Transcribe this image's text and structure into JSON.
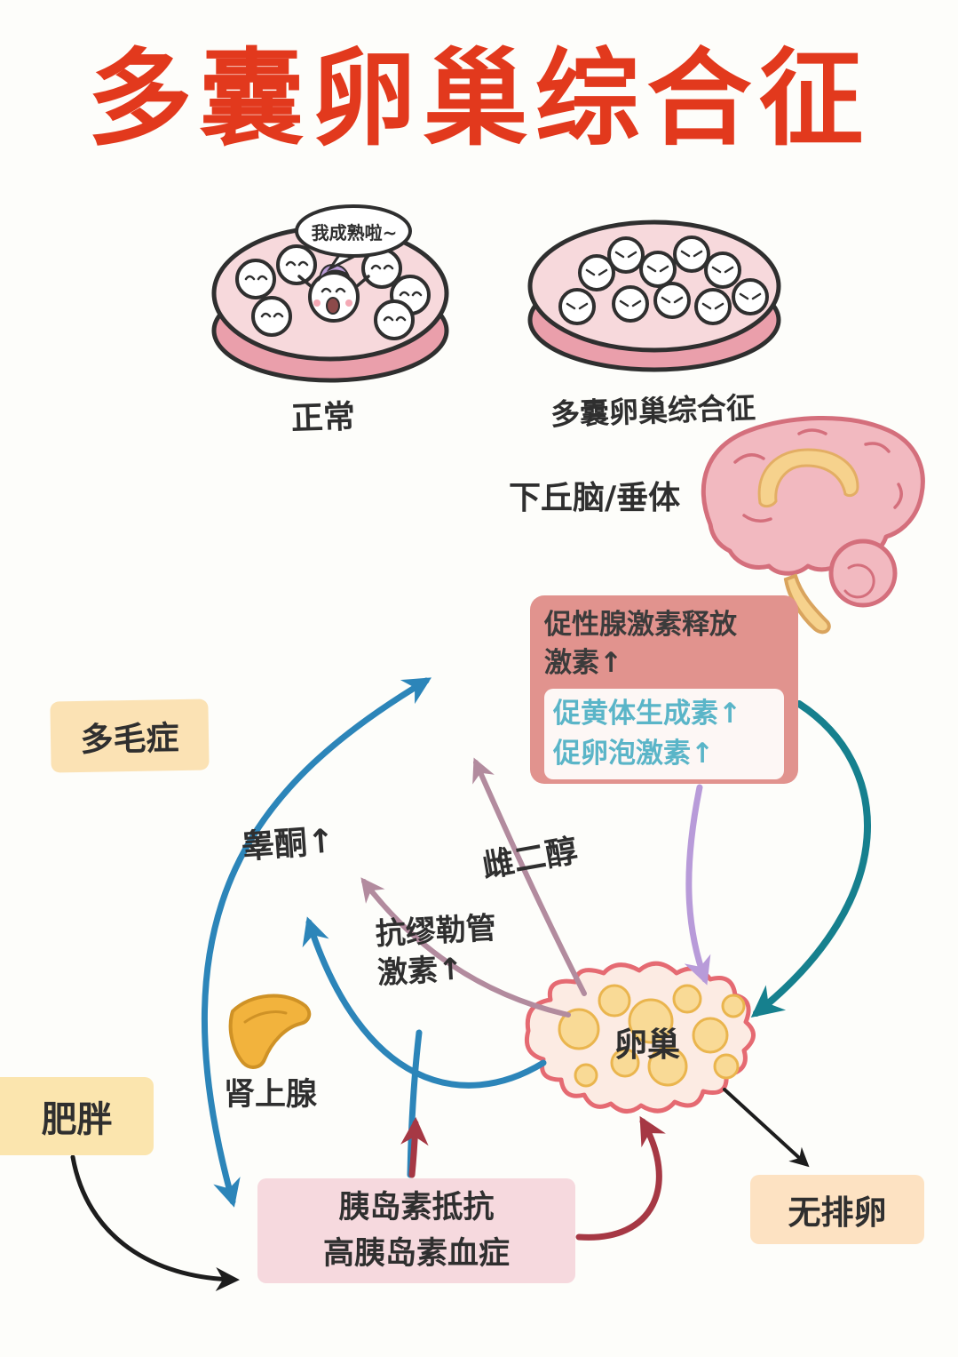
{
  "title": "多囊卵巢综合征",
  "ovaries": {
    "speech_bubble": "我成熟啦~",
    "normal_label": "正常",
    "pcos_label": "多囊卵巢综合征"
  },
  "brain": {
    "label": "下丘脑/垂体"
  },
  "hormone_box": {
    "line1": "促性腺激素释放",
    "line2": "激素↑",
    "lh": "促黄体生成素↑",
    "fsh": "促卵泡激素↑"
  },
  "labels": {
    "hirsutism": "多毛症",
    "testosterone": "睾酮↑",
    "estradiol": "雌二醇",
    "amh_line1": "抗缪勒管",
    "amh_line2": "激素↑",
    "adrenal": "肾上腺",
    "obesity": "肥胖",
    "insulin_line1": "胰岛素抵抗",
    "insulin_line2": "高胰岛素血症",
    "ovary": "卵巢",
    "anovulation": "无排卵"
  },
  "colors": {
    "titleRed": "#e2391d",
    "ink": "#2f2f2f",
    "tealText": "#5ab5c8",
    "hormoneBoxBg": "#e1938e",
    "hormoneBoxInner": "#fdf7f5",
    "orangeBox": "#fbe2b4",
    "yellowBox": "#fbe5ae",
    "peachBox": "#fde2c2",
    "pinkBox": "#f6d9de",
    "arrowBlue": "#2c85b9",
    "arrowTeal": "#16808e",
    "arrowPurple": "#b89bd9",
    "arrowMauve": "#b28b9e",
    "arrowRed": "#a63844",
    "arrowBlack": "#1d1d1d",
    "ovaryPink": "#f7d9dc",
    "ovaryRim": "#ea9fab",
    "brainPink": "#f2b9c0",
    "brainStroke": "#d46f7c",
    "brainYellow": "#f6d28d",
    "adrenalYellow": "#f2b33d",
    "adrenalStroke": "#cf9226",
    "follicleYellow": "#f9da96",
    "follicleStroke": "#eab54e",
    "ovaryOutline": "#e56a72",
    "ovaryFill": "#fcebe3"
  }
}
